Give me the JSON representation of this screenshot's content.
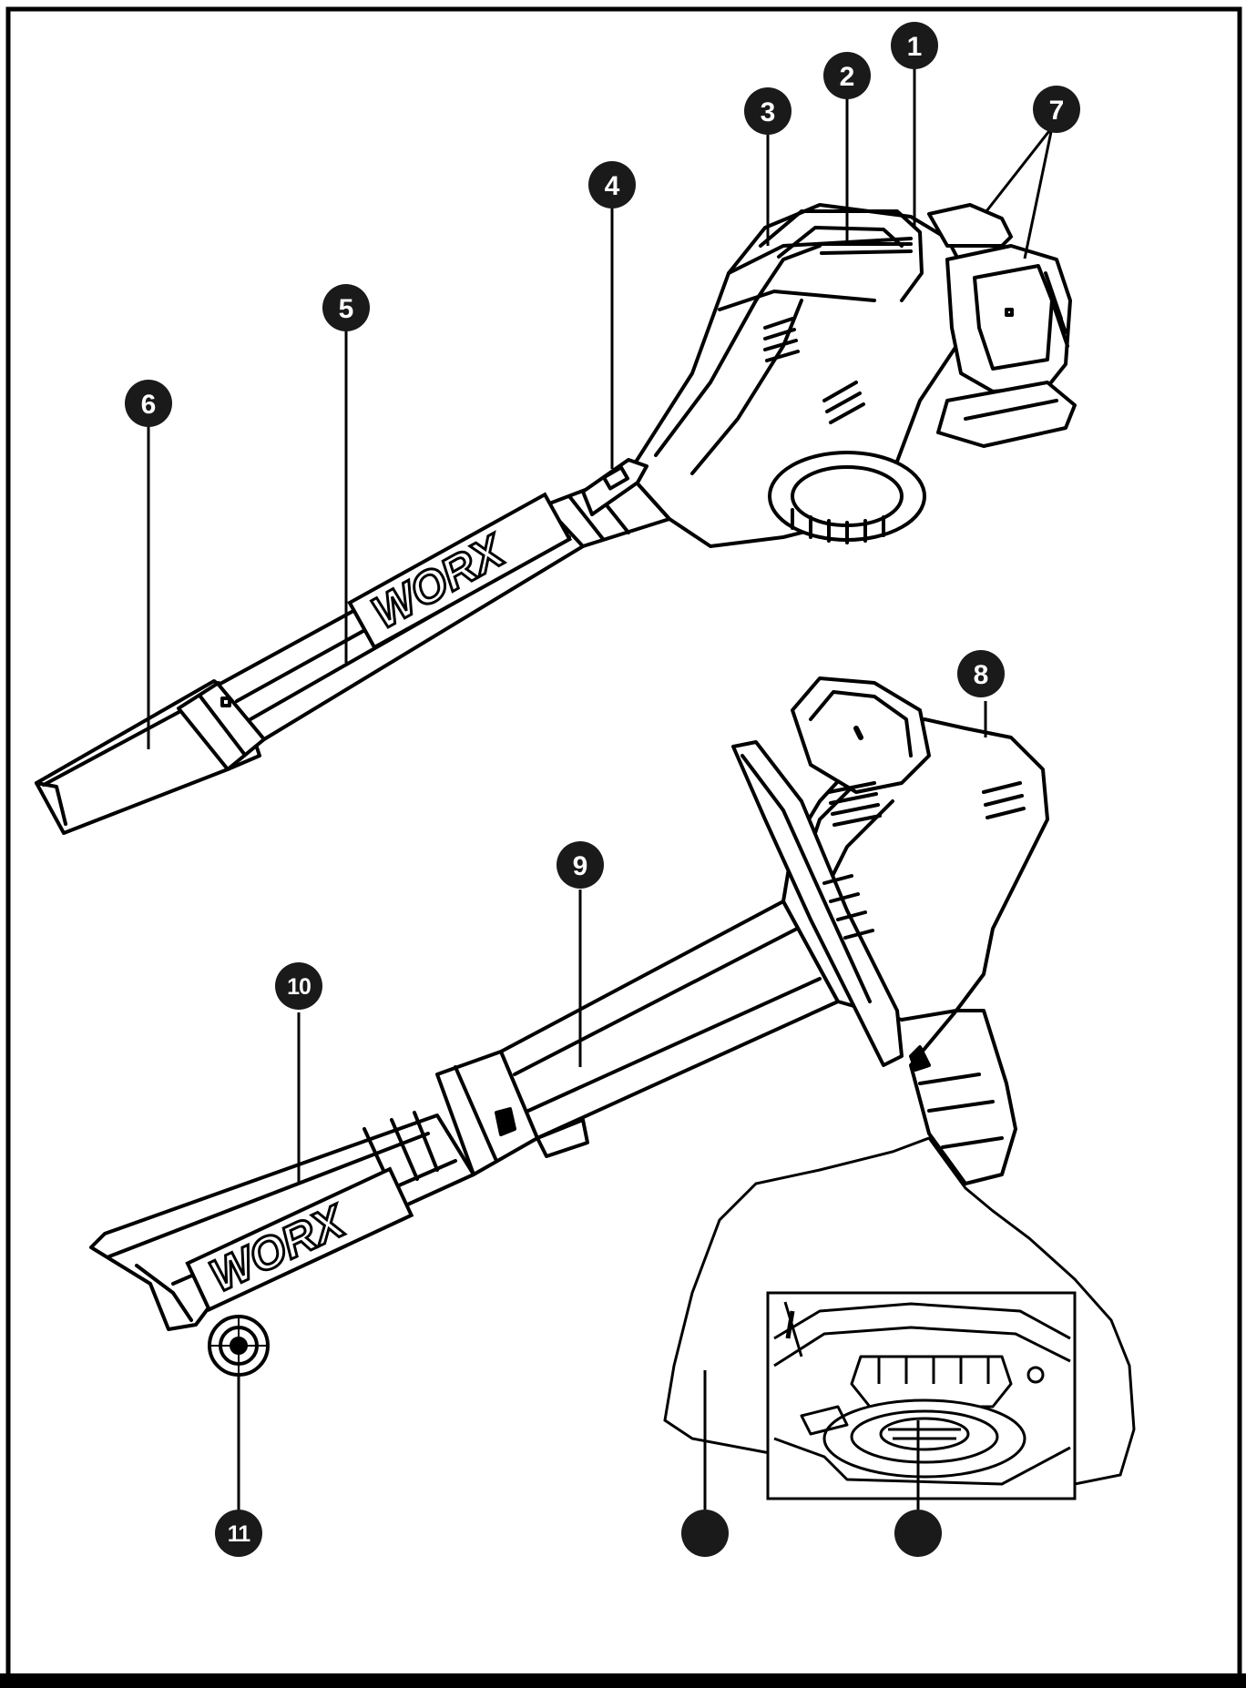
{
  "brand_logo": "WORX",
  "callouts": [
    {
      "id": "1",
      "label": "1"
    },
    {
      "id": "2",
      "label": "2"
    },
    {
      "id": "3",
      "label": "3"
    },
    {
      "id": "4",
      "label": "4"
    },
    {
      "id": "5",
      "label": "5"
    },
    {
      "id": "6",
      "label": "6"
    },
    {
      "id": "7",
      "label": "7"
    },
    {
      "id": "8",
      "label": "8"
    },
    {
      "id": "9",
      "label": "9"
    },
    {
      "id": "10",
      "label": "10"
    },
    {
      "id": "11",
      "label": "11"
    },
    {
      "id": "12",
      "label": ""
    },
    {
      "id": "13",
      "label": ""
    }
  ],
  "colors": {
    "line": "#000000",
    "paper": "#ffffff",
    "marker": "#1a1a1a"
  }
}
